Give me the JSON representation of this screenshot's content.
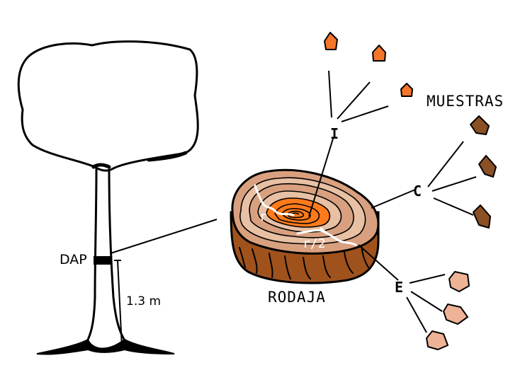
{
  "labels": {
    "dap": "DAP",
    "height": "1.3 m",
    "rodaja": "RODAJA",
    "muestras": "MUESTRAS",
    "zone_inner": "I",
    "zone_center": "C",
    "zone_outer": "E",
    "radius": "r",
    "half_radius": "r/2"
  },
  "colors": {
    "bark": "#a0521d",
    "ring_light": "#d9a07f",
    "ring_pale": "#e8c0a4",
    "core": "#ff7a1a",
    "sample_inner": "#f5762a",
    "sample_center": "#8b5023",
    "sample_outer": "#eeb396",
    "outline": "#000000"
  }
}
